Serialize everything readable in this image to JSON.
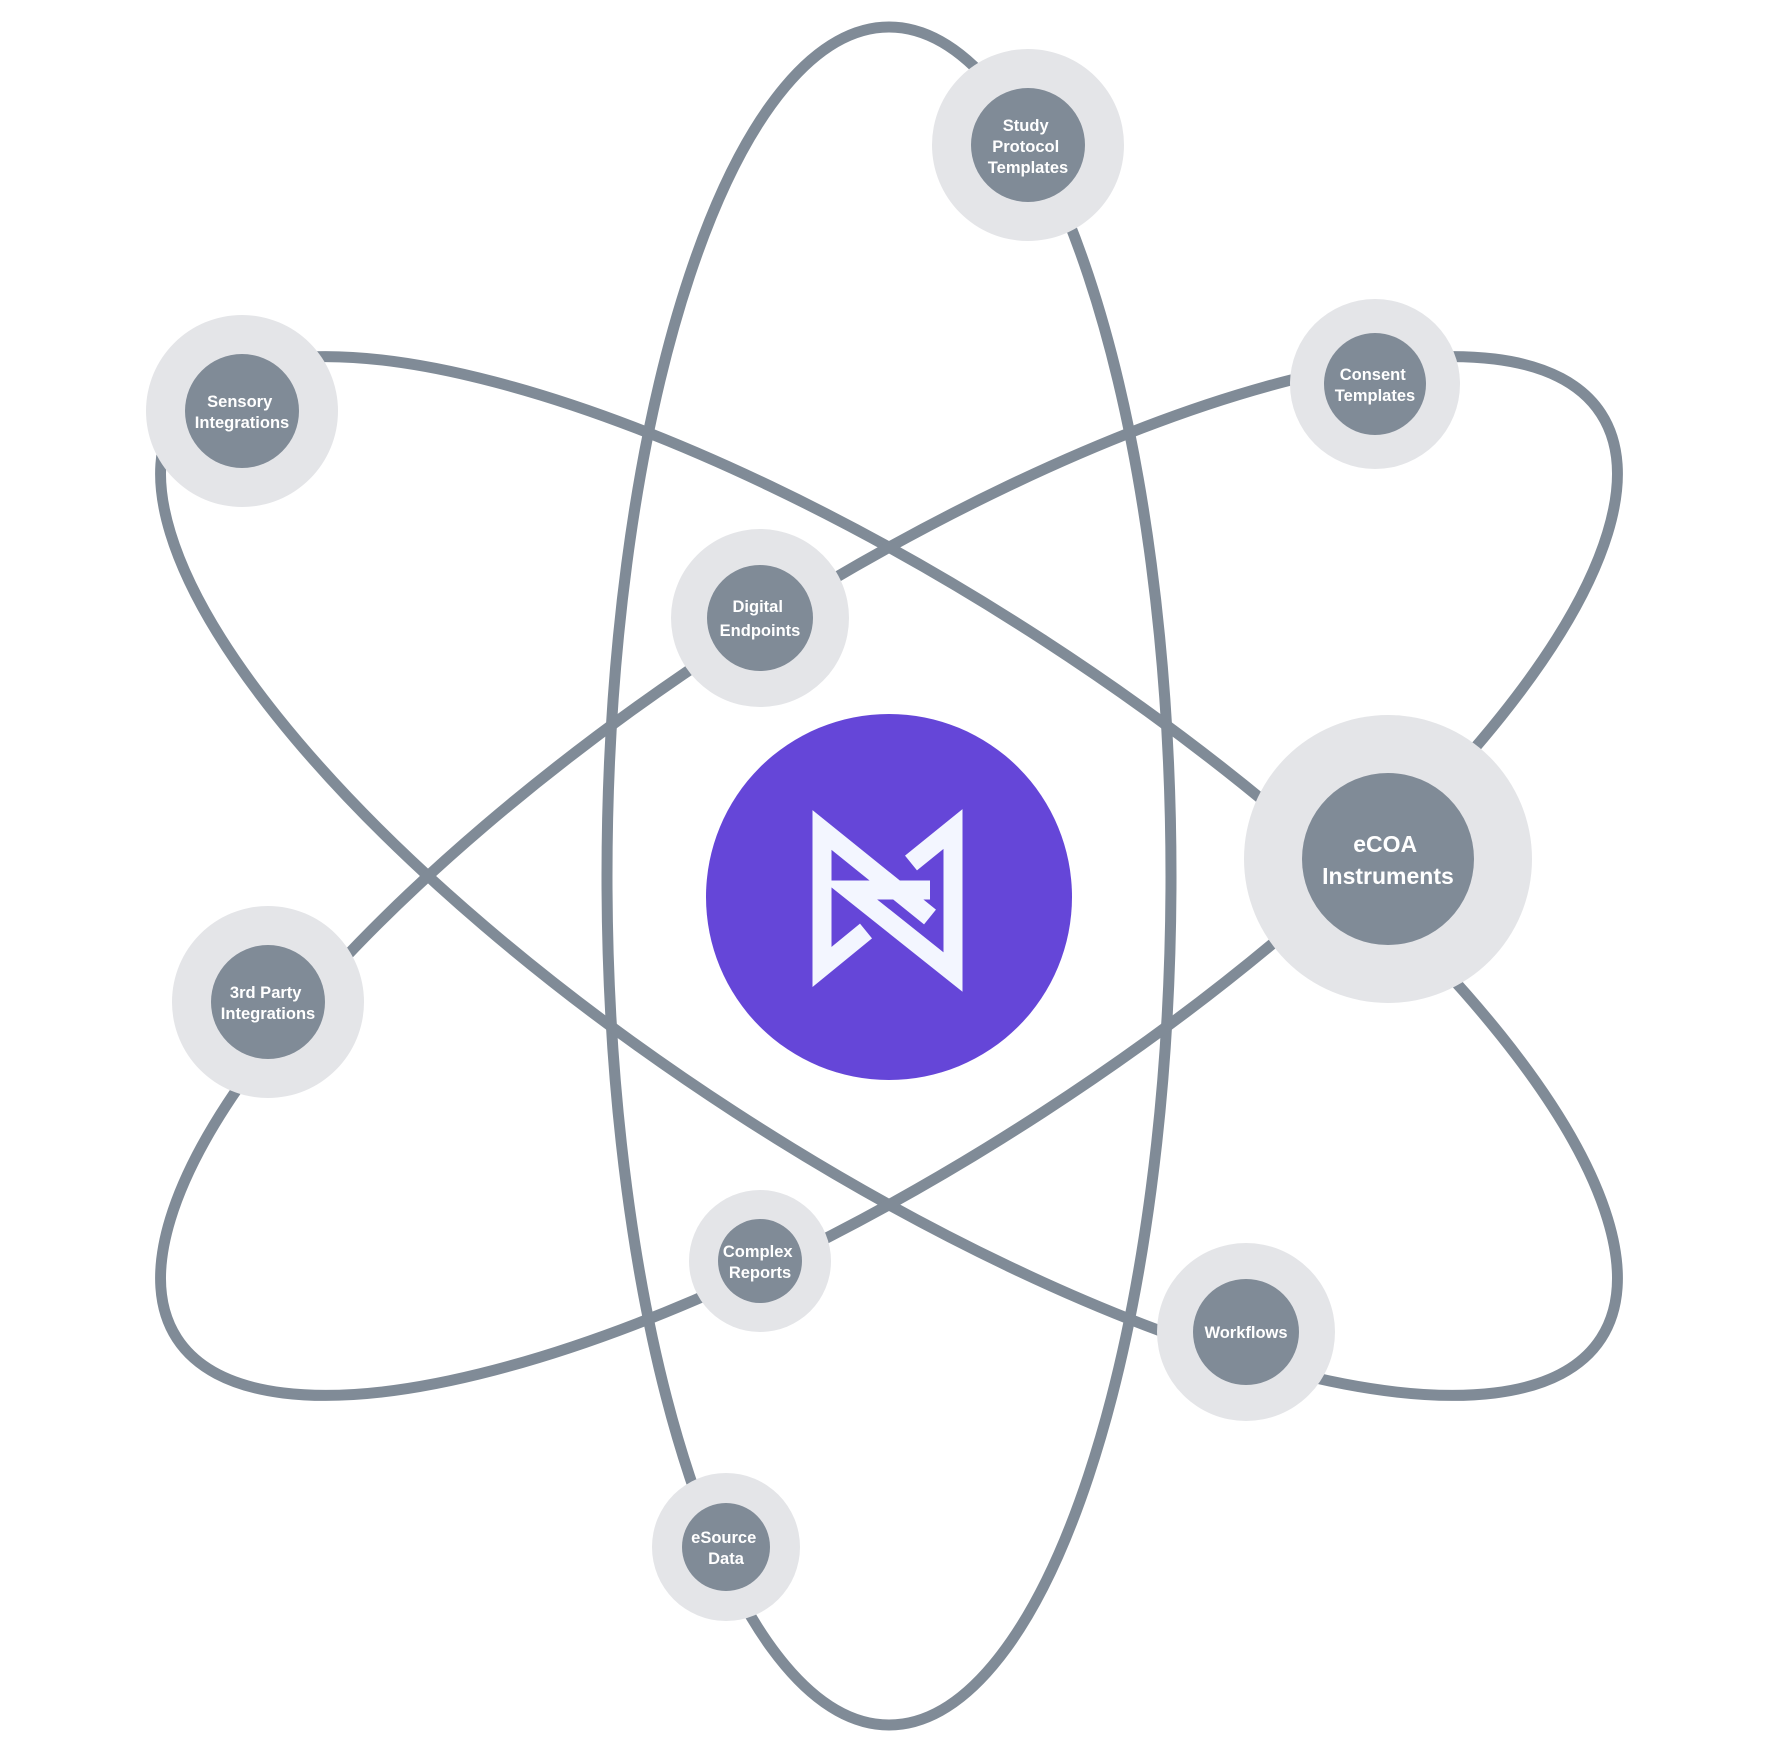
{
  "colors": {
    "orbit": "#808b97",
    "node": "#808b97",
    "halo": "#e4e5e8",
    "hub": "#6546d8",
    "logo": "#f3f6ff",
    "label": "#ffffff"
  },
  "hub": {
    "logo": "logo-mark-icon"
  },
  "nodes": [
    {
      "key": "study",
      "label": "Study Protocol Templates",
      "lines": [
        "Study",
        "Protocol",
        "Templates"
      ]
    },
    {
      "key": "consent",
      "label": "Consent Templates",
      "lines": [
        "Consent",
        "Templates"
      ]
    },
    {
      "key": "sensory",
      "label": "Sensory Integrations",
      "lines": [
        "Sensory",
        "Integrations"
      ]
    },
    {
      "key": "digital",
      "label": "Digital Endpoints",
      "lines": [
        "Digital",
        "Endpoints"
      ]
    },
    {
      "key": "ecoa",
      "label": "eCOA Instruments",
      "lines": [
        "eCOA",
        "Instruments"
      ]
    },
    {
      "key": "third",
      "label": "3rd Party Integrations",
      "lines": [
        "3rd Party",
        "Integrations"
      ]
    },
    {
      "key": "reports",
      "label": "Complex Reports",
      "lines": [
        "Complex",
        "Reports"
      ]
    },
    {
      "key": "workflows",
      "label": "Workflows",
      "lines": [
        "Workflows"
      ]
    },
    {
      "key": "esource",
      "label": "eSource Data",
      "lines": [
        "eSource",
        "Data"
      ]
    }
  ]
}
